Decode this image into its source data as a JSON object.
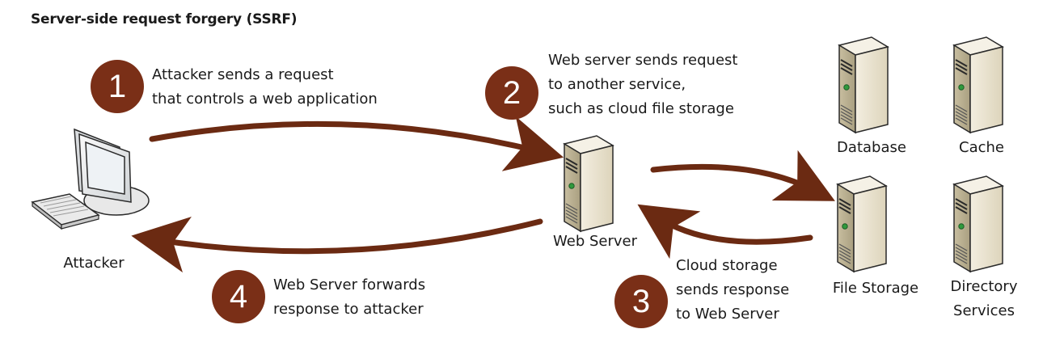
{
  "title": "Server-side request forgery (SSRF)",
  "colors": {
    "arrow": "#6b2a12",
    "step_circle": "#7a2f17",
    "server_body": "#e9e2cf",
    "server_side": "#cfc6aa",
    "led": "#2f9a3d"
  },
  "nodes": {
    "attacker": "Attacker",
    "web_server": "Web Server",
    "database": "Database",
    "cache": "Cache",
    "file_storage": "File Storage",
    "directory_services": [
      "Directory",
      "Services"
    ]
  },
  "steps": [
    {
      "number": "1",
      "lines": [
        "Attacker sends a request",
        "that controls a web application"
      ]
    },
    {
      "number": "2",
      "lines": [
        "Web server sends request",
        "to another service,",
        "such as cloud file storage"
      ]
    },
    {
      "number": "3",
      "lines": [
        "Cloud storage",
        "sends response",
        "to Web Server"
      ]
    },
    {
      "number": "4",
      "lines": [
        "Web Server forwards",
        "response to attacker"
      ]
    }
  ],
  "icons": {
    "attacker": "desktop-computer-icon",
    "server": "tower-server-icon"
  }
}
